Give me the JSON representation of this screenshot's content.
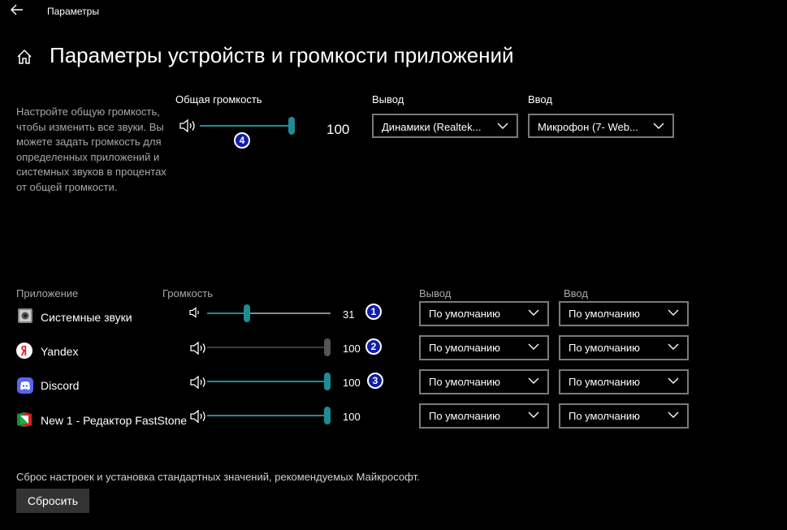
{
  "titlebar": {
    "title": "Параметры"
  },
  "page": {
    "title": "Параметры устройств и громкости приложений",
    "description": "Настройте общую громкость, чтобы изменить все звуки. Вы можете задать громкость для определенных приложений и системных звуков в процентах от общей громкости."
  },
  "master": {
    "label": "Общая громкость",
    "value": 100,
    "value_text": "100",
    "badge": "4",
    "output_label": "Вывод",
    "output_value": "Динамики (Realtek...",
    "input_label": "Ввод",
    "input_value": "Микрофон (7- Web..."
  },
  "table": {
    "col_app": "Приложение",
    "col_volume": "Громкость",
    "col_output": "Вывод",
    "col_input": "Ввод"
  },
  "apps": [
    {
      "name": "Системные звуки",
      "volume": 31,
      "volume_text": "31",
      "badge": "1",
      "output": "По умолчанию",
      "input": "По умолчанию",
      "icon": "system-sounds-icon"
    },
    {
      "name": "Yandex",
      "volume": 100,
      "volume_text": "100",
      "badge": "2",
      "output": "По умолчанию",
      "input": "По умолчанию",
      "icon": "yandex-icon"
    },
    {
      "name": "Discord",
      "volume": 100,
      "volume_text": "100",
      "badge": "3",
      "output": "По умолчанию",
      "input": "По умолчанию",
      "icon": "discord-icon"
    },
    {
      "name": "New 1 - Редактор FastStone",
      "volume": 100,
      "volume_text": "100",
      "output": "По умолчанию",
      "input": "По умолчанию",
      "icon": "faststone-icon"
    }
  ],
  "reset": {
    "text": "Сброс настроек и установка стандартных значений, рекомендуемых Майкрософт.",
    "button": "Сбросить"
  },
  "colors": {
    "accent": "#1f8c94",
    "badge": "#101ea8",
    "background": "#000000"
  }
}
